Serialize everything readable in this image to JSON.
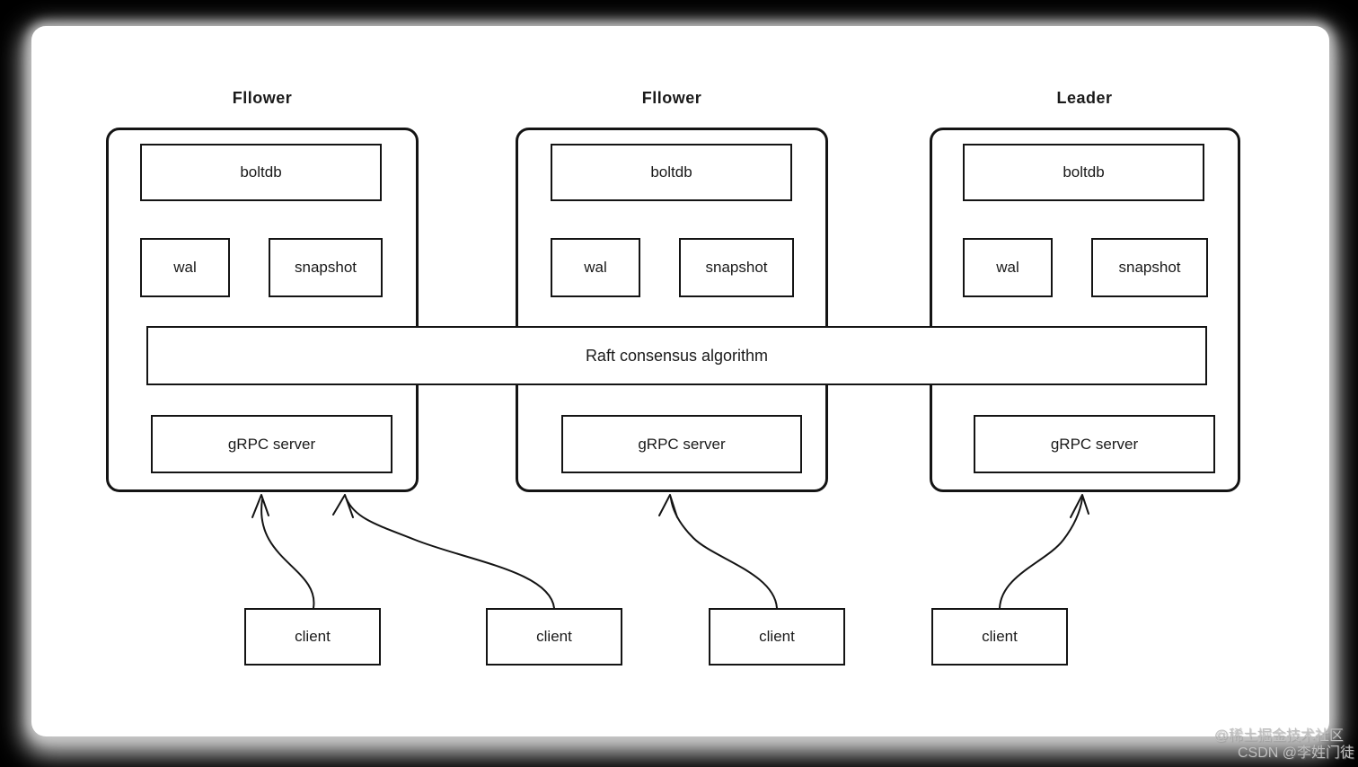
{
  "diagram": {
    "raft_bar_label": "Raft consensus algorithm",
    "nodes": [
      {
        "title": "Fllower",
        "boltdb_label": "boltdb",
        "wal_label": "wal",
        "snapshot_label": "snapshot",
        "grpc_label": "gRPC server"
      },
      {
        "title": "Fllower",
        "boltdb_label": "boltdb",
        "wal_label": "wal",
        "snapshot_label": "snapshot",
        "grpc_label": "gRPC server"
      },
      {
        "title": "Leader",
        "boltdb_label": "boltdb",
        "wal_label": "wal",
        "snapshot_label": "snapshot",
        "grpc_label": "gRPC server"
      }
    ],
    "clients": [
      {
        "label": "client"
      },
      {
        "label": "client"
      },
      {
        "label": "client"
      },
      {
        "label": "client"
      }
    ]
  },
  "watermark": {
    "line1": "@稀土掘金技术社区",
    "line2": "CSDN @李姓门徒"
  },
  "colors": {
    "line": "#141414",
    "canvas": "#ffffff",
    "background": "#000000",
    "shadow": "#c6c6c6",
    "watermark_text": "#bfbfbf"
  }
}
